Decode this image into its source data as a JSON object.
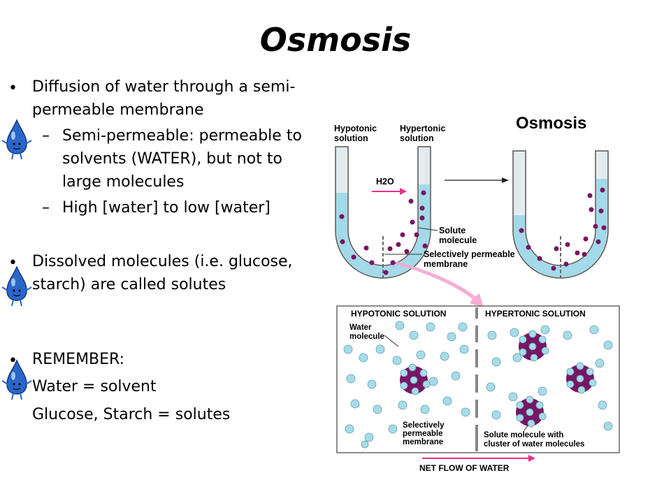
{
  "slide": {
    "title": "Osmosis",
    "bullets": [
      {
        "text": "Diffusion of water through a semi-permeable membrane"
      },
      {
        "text": "Dissolved molecules (i.e. glucose, starch) are called solutes"
      },
      {
        "text": "REMEMBER:"
      }
    ],
    "subbullets": [
      "Semi-permeable: permeable to solvents (WATER), but not to large molecules",
      "High [water] to low [water]"
    ],
    "remember_lines": [
      "Water = solvent",
      "Glucose, Starch = solutes"
    ]
  },
  "diagram": {
    "heading": "Osmosis",
    "hypotonic_label": "Hypotonic solution",
    "hypertonic_label": "Hypertonic solution",
    "h2o_label": "H2O",
    "solute_label": "Solute molecule",
    "membrane_label": "Selectively permeable membrane",
    "panel_left_title": "HYPOTONIC SOLUTION",
    "panel_right_title": "HYPERTONIC SOLUTION",
    "water_molecule_label": "Water molecule",
    "panel_membrane_label": "Selectively permeable membrane",
    "cluster_label": "Solute molecule with cluster of water molecules",
    "net_flow_label": "NET FLOW OF WATER",
    "colors": {
      "water": "#9fd8e8",
      "solute": "#7a1464",
      "arrow": "#e8318c",
      "tube": "#555555"
    }
  }
}
